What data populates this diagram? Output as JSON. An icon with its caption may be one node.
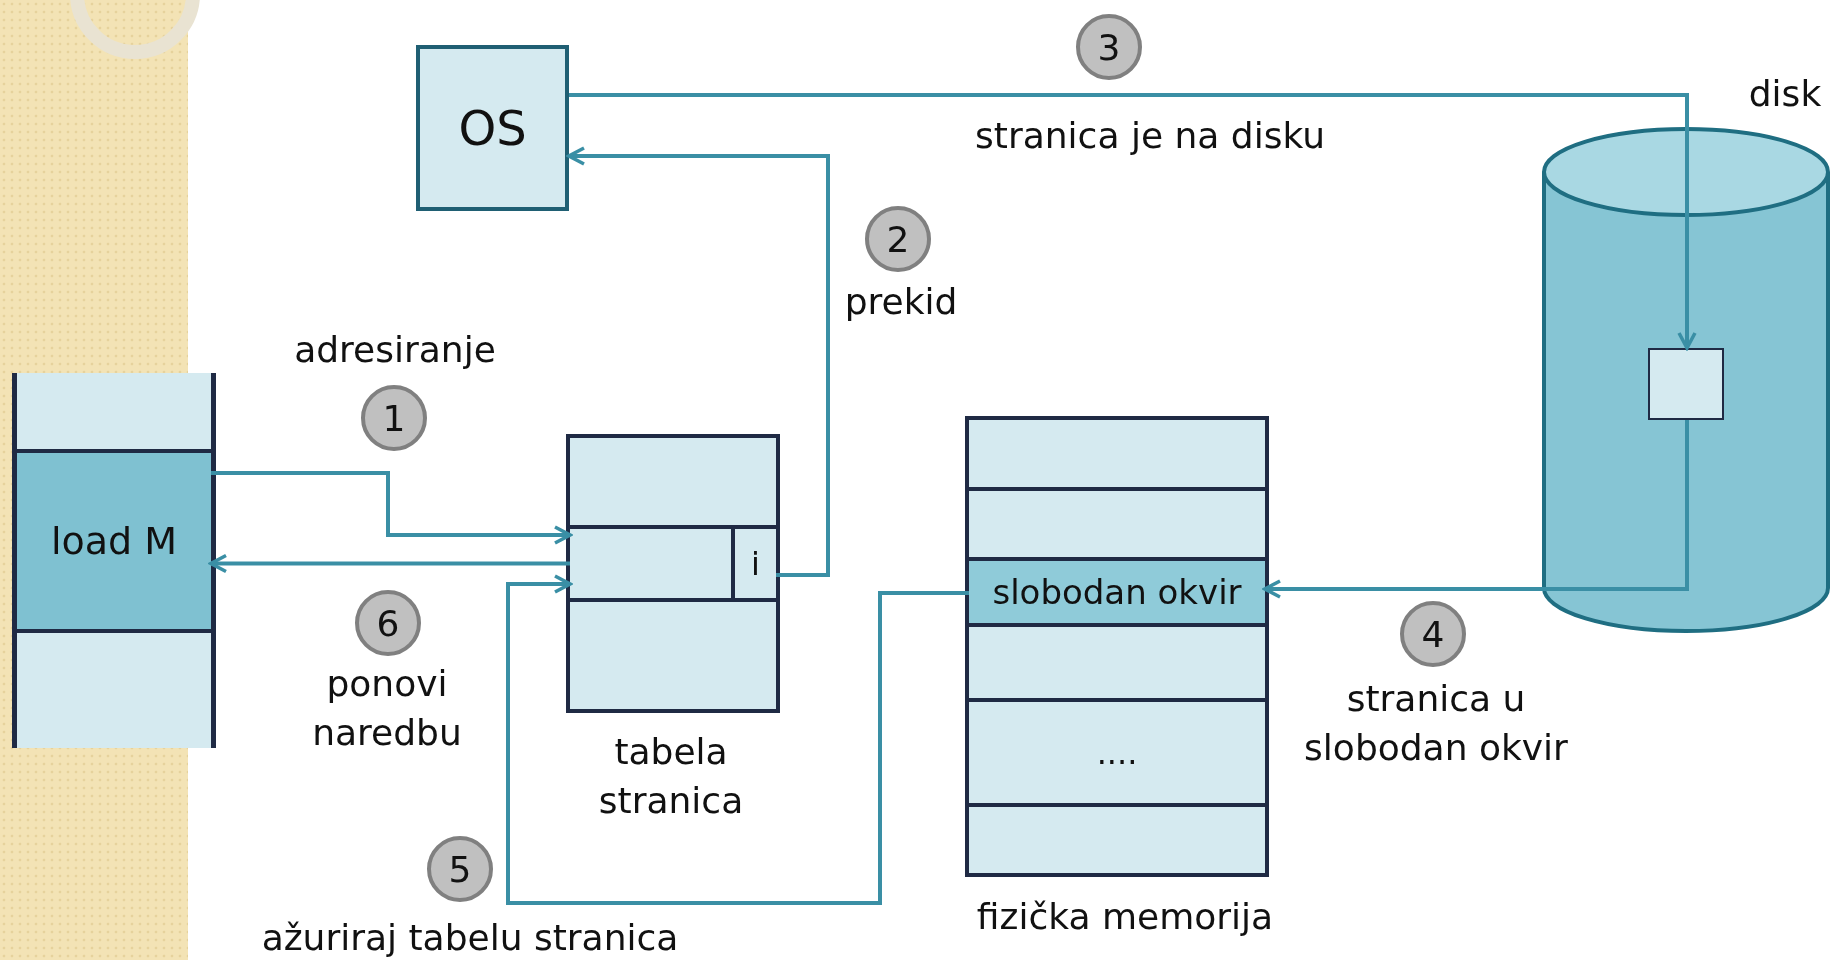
{
  "diagram": {
    "nodes": [
      {
        "text": [
          "OS"
        ]
      },
      {
        "text": [],
        "shape": "box"
      },
      {
        "text": [
          "load M"
        ],
        "in": 1
      },
      {
        "text": [],
        "shape": "box",
        "beside": [
          "tabela stranica"
        ]
      },
      {
        "text": [],
        "shape": "box",
        "in": 3
      },
      {
        "text": [
          "i"
        ],
        "in": 4
      },
      {
        "text": [],
        "shape": "box",
        "beside": [
          "fizička memorija"
        ]
      },
      {
        "text": [
          "slobodan okvir"
        ],
        "in": 6
      },
      {
        "text": [
          "...."
        ],
        "in": 6
      },
      {
        "text": [],
        "shape": "cylinder",
        "beside": [
          "disk"
        ]
      },
      {
        "text": [],
        "shape": "box",
        "in": 9
      }
    ],
    "edges": [
      {
        "from": 2,
        "to": 4,
        "arrow": "to",
        "label": "adresiranje"
      },
      {
        "from": 5,
        "to": 0,
        "arrow": "to",
        "label": "prekid"
      },
      {
        "from": 0,
        "to": 10,
        "arrow": "to",
        "label": "stranica je na disku"
      },
      {
        "from": 10,
        "to": 7,
        "arrow": "to",
        "label": "stranica u slobodan okvir"
      },
      {
        "from": 7,
        "to": 4,
        "arrow": "to",
        "label": "ažuriraj tabelu stranica"
      },
      {
        "from": 4,
        "to": 2,
        "arrow": "to",
        "label": "ponovi naredbu"
      }
    ],
    "labels": [
      "1",
      "2",
      "3",
      "4",
      "5",
      "6"
    ]
  }
}
